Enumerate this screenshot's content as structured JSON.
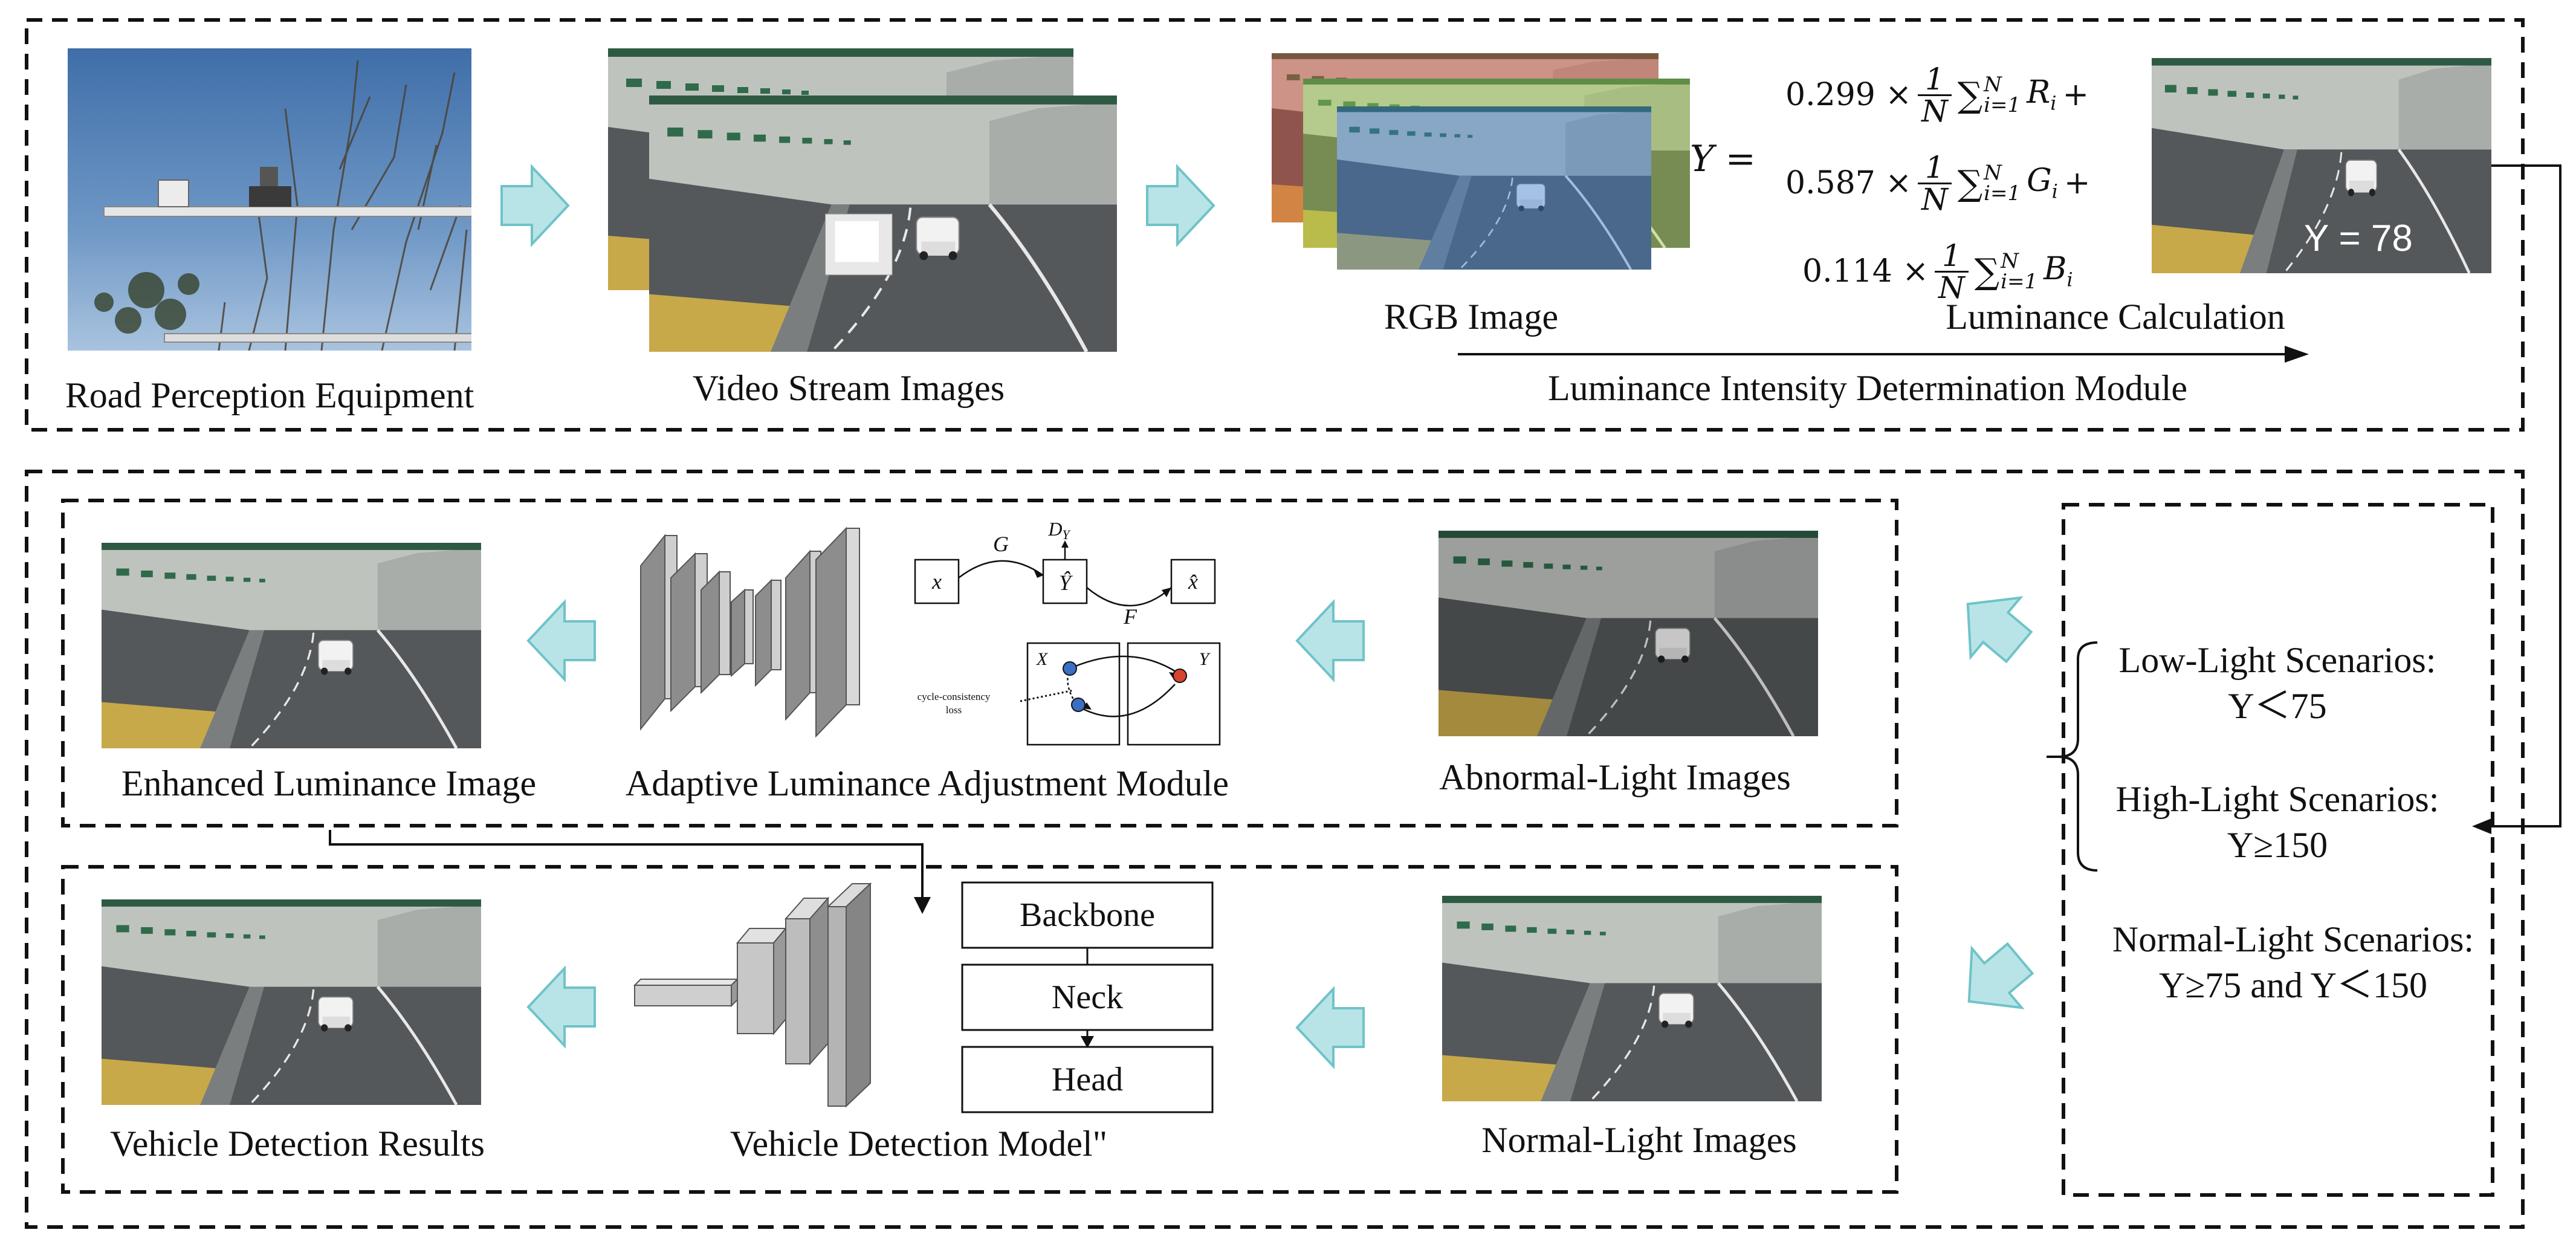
{
  "top_section": {
    "road_perception_label": "Road Perception Equipment",
    "video_stream_label": "Video Stream Images",
    "rgb_image_label": "RGB Image",
    "luminance_calc_label": "Luminance Calculation",
    "module_label": "Luminance Intensity Determination Module",
    "y_value_overlay": "Y = 78",
    "formula": {
      "lhs": "Y =",
      "line1_coef": "0.299 ×",
      "line1_channel": "R",
      "line1_tail": " +",
      "line2_coef": "0.587 ×",
      "line2_channel": "G",
      "line2_tail": " +",
      "line3_coef": "0.114 ×",
      "line3_channel": "B",
      "line3_tail": "",
      "frac_num": "1",
      "frac_den": "N",
      "sum_symbol": "∑",
      "sum_lower": "i=1",
      "sum_upper": "N",
      "subscript": "i"
    }
  },
  "scenarios": {
    "low_title": "Low-Light Scenarios:",
    "low_cond": "Y＜75",
    "high_title": "High-Light Scenarios:",
    "high_cond": "Y≥150",
    "normal_title": "Normal-Light Scenarios:",
    "normal_cond": "Y≥75 and Y＜150"
  },
  "enhance_row": {
    "enhanced_label": "Enhanced Luminance Image",
    "adaptive_label": "Adaptive Luminance Adjustment Module",
    "abnormal_label": "Abnormal-Light Images",
    "cycle_gan": {
      "x": "x",
      "g": "G",
      "dy": "D",
      "dy_sub": "Y",
      "yhat": "Ŷ",
      "f": "F",
      "xhat": "x̂",
      "cap_x": "X",
      "cap_y": "Y",
      "loss_line1": "cycle-consistency",
      "loss_line2": "loss"
    }
  },
  "detect_row": {
    "results_label": "Vehicle Detection Results",
    "model_label": "Vehicle Detection Model\"",
    "normal_label": "Normal-Light Images",
    "backbone": "Backbone",
    "neck": "Neck",
    "head": "Head"
  },
  "colors": {
    "arrow_fill": "#b9e4e7",
    "arrow_stroke": "#6fc3c8",
    "dashed": "#111111",
    "tunnel_wall": "#c9cdc8",
    "tunnel_road": "#55585a",
    "tunnel_stripe": "#c7a94a"
  }
}
